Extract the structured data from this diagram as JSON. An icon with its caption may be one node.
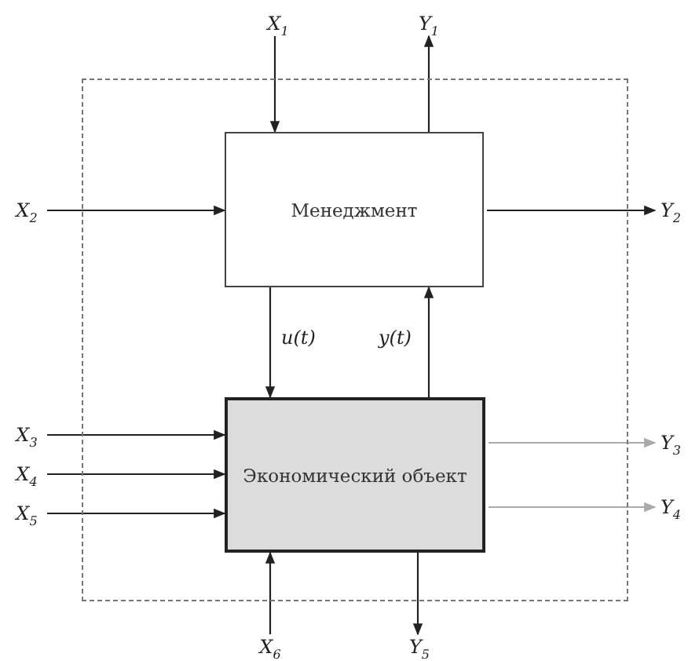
{
  "diagram": {
    "nodes": [
      {
        "text": [],
        "shape": "box"
      },
      {
        "text": [
          "Менеджмент"
        ],
        "in": 0
      },
      {
        "text": [
          "Экономический объект"
        ],
        "in": 0
      },
      {
        "text": [
          "X$_{1}$"
        ]
      },
      {
        "text": [
          "Y$_{1}$"
        ]
      },
      {
        "text": [
          "X$_{2}$"
        ]
      },
      {
        "text": [
          "Y$_{2}$"
        ]
      },
      {
        "text": [
          "X$_{3}$"
        ]
      },
      {
        "text": [
          "X$_{4}$"
        ]
      },
      {
        "text": [
          "X$_{5}$"
        ]
      },
      {
        "text": [
          "Y$_{3}$"
        ]
      },
      {
        "text": [
          "Y$_{4}$"
        ]
      },
      {
        "text": [
          "X$_{6}$"
        ]
      },
      {
        "text": [
          "Y$_{5}$"
        ]
      }
    ],
    "edges": [
      {
        "from": 3,
        "to": 1,
        "arrow": "to"
      },
      {
        "from": 1,
        "to": 4,
        "arrow": "to"
      },
      {
        "from": 5,
        "to": 1,
        "arrow": "to"
      },
      {
        "from": 1,
        "to": 6,
        "arrow": "to"
      },
      {
        "from": 1,
        "to": 2,
        "arrow": "to",
        "label": "u(t)"
      },
      {
        "from": 2,
        "to": 1,
        "arrow": "to",
        "label": "y(t)"
      },
      {
        "from": 7,
        "to": 2,
        "arrow": "to"
      },
      {
        "from": 8,
        "to": 2,
        "arrow": "to"
      },
      {
        "from": 9,
        "to": 2,
        "arrow": "to"
      },
      {
        "from": 2,
        "to": 10,
        "arrow": "to",
        "color": "#aaaaaa"
      },
      {
        "from": 2,
        "to": 11,
        "arrow": "to",
        "color": "#aaaaaa"
      },
      {
        "from": 12,
        "to": 2,
        "arrow": "to"
      },
      {
        "from": 2,
        "to": 13,
        "arrow": "to"
      }
    ]
  }
}
